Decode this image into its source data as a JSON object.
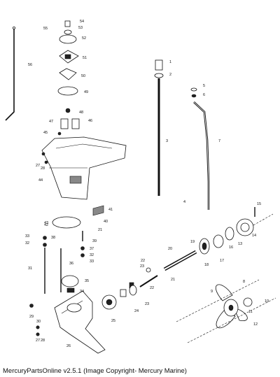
{
  "footer": {
    "caption": "MercuryPartsOnline v2.5.1 (Image Copyright- Mercury Marine)"
  },
  "callouts": [
    {
      "id": "1",
      "text": "1"
    },
    {
      "id": "2",
      "text": "2"
    },
    {
      "id": "3",
      "text": "3"
    },
    {
      "id": "4",
      "text": "4"
    },
    {
      "id": "5",
      "text": "5"
    },
    {
      "id": "6",
      "text": "6"
    },
    {
      "id": "7",
      "text": "7"
    },
    {
      "id": "8",
      "text": "8"
    },
    {
      "id": "9",
      "text": "9"
    },
    {
      "id": "10",
      "text": "10"
    },
    {
      "id": "11",
      "text": "11"
    },
    {
      "id": "12",
      "text": "12"
    },
    {
      "id": "13",
      "text": "13"
    },
    {
      "id": "14",
      "text": "14"
    },
    {
      "id": "15",
      "text": "15"
    },
    {
      "id": "16",
      "text": "16"
    },
    {
      "id": "17",
      "text": "17"
    },
    {
      "id": "18",
      "text": "18"
    },
    {
      "id": "19",
      "text": "19"
    },
    {
      "id": "20",
      "text": "20"
    },
    {
      "id": "21",
      "text": "21"
    },
    {
      "id": "22",
      "text": "22"
    },
    {
      "id": "23",
      "text": "23"
    },
    {
      "id": "24",
      "text": "24"
    },
    {
      "id": "25",
      "text": "25"
    },
    {
      "id": "26",
      "text": "26"
    },
    {
      "id": "27",
      "text": "27"
    },
    {
      "id": "28",
      "text": "28"
    },
    {
      "id": "29",
      "text": "29"
    },
    {
      "id": "30",
      "text": "30"
    },
    {
      "id": "31",
      "text": "31"
    },
    {
      "id": "32",
      "text": "32"
    },
    {
      "id": "33",
      "text": "33"
    },
    {
      "id": "34",
      "text": "34"
    },
    {
      "id": "35",
      "text": "35"
    },
    {
      "id": "36",
      "text": "36"
    },
    {
      "id": "37",
      "text": "37"
    },
    {
      "id": "38",
      "text": "38"
    },
    {
      "id": "39",
      "text": "39"
    },
    {
      "id": "40",
      "text": "40"
    },
    {
      "id": "41",
      "text": "41"
    },
    {
      "id": "42",
      "text": "42"
    },
    {
      "id": "43",
      "text": "43"
    },
    {
      "id": "44",
      "text": "44"
    },
    {
      "id": "45",
      "text": "45"
    },
    {
      "id": "46",
      "text": "46"
    },
    {
      "id": "47",
      "text": "47"
    },
    {
      "id": "48",
      "text": "48"
    },
    {
      "id": "49",
      "text": "49"
    },
    {
      "id": "50",
      "text": "50"
    },
    {
      "id": "51",
      "text": "51"
    },
    {
      "id": "52",
      "text": "52"
    },
    {
      "id": "53",
      "text": "53"
    },
    {
      "id": "54",
      "text": "54"
    },
    {
      "id": "55",
      "text": "55"
    },
    {
      "id": "56",
      "text": "56"
    },
    {
      "id": "21b",
      "text": "21"
    },
    {
      "id": "22b",
      "text": "22"
    },
    {
      "id": "23b",
      "text": "23"
    },
    {
      "id": "27b",
      "text": "27"
    },
    {
      "id": "28b",
      "text": "28"
    },
    {
      "id": "32b",
      "text": "32"
    },
    {
      "id": "33b",
      "text": "33"
    }
  ]
}
